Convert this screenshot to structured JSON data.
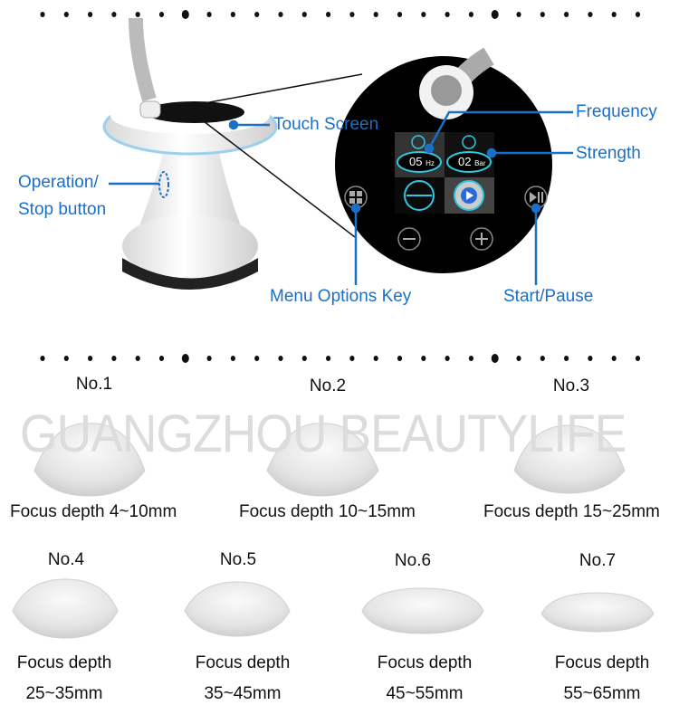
{
  "watermark": "GUANGZHOU BEAUTYLIFE",
  "device_labels": {
    "touch_screen": "Touch Screen",
    "operation_line1": "Operation/",
    "operation_line2": "Stop button",
    "frequency": "Frequency",
    "strength": "Strength",
    "menu_options_key": "Menu Options Key",
    "start_pause": "Start/Pause"
  },
  "screen": {
    "frequency_value": "05",
    "frequency_unit": "Hz",
    "strength_value": "02",
    "strength_unit": "Bar"
  },
  "colors": {
    "accent": "#1a6fc6",
    "screen": "#000000",
    "glow": "#2ec8e0"
  },
  "cups_row1": [
    {
      "name": "No.1",
      "depth": "Focus depth 4~10mm"
    },
    {
      "name": "No.2",
      "depth": "Focus depth 10~15mm"
    },
    {
      "name": "No.3",
      "depth": "Focus depth 15~25mm"
    }
  ],
  "cups_row2": [
    {
      "name": "No.4",
      "depth_label": "Focus depth",
      "depth": "25~35mm"
    },
    {
      "name": "No.5",
      "depth_label": "Focus depth",
      "depth": "35~45mm"
    },
    {
      "name": "No.6",
      "depth_label": "Focus depth",
      "depth": "45~55mm"
    },
    {
      "name": "No.7",
      "depth_label": "Focus depth",
      "depth": "55~65mm"
    }
  ]
}
